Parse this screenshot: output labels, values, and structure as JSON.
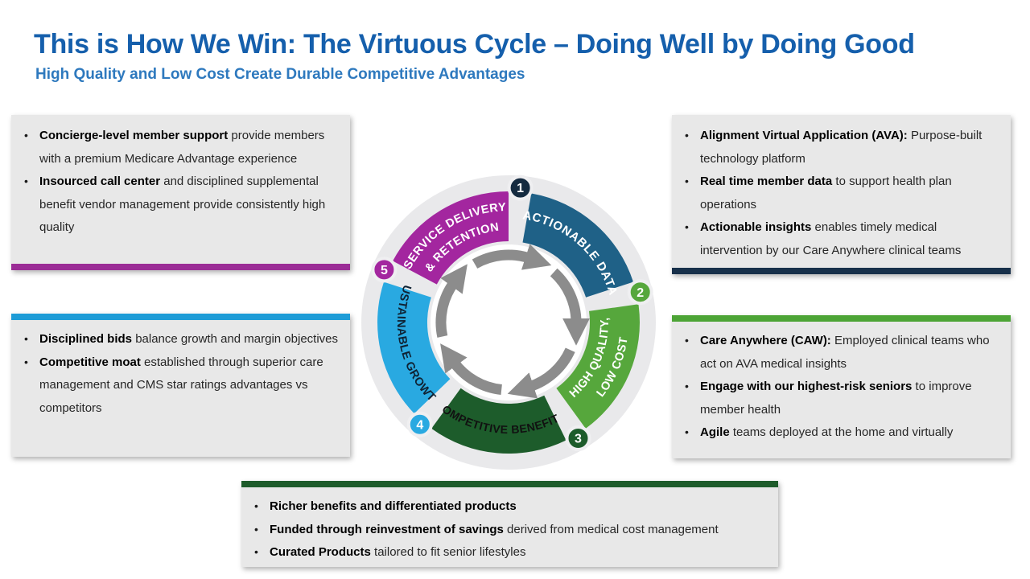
{
  "slide": {
    "title": "This is How We Win: The Virtuous Cycle – Doing Well by Doing Good",
    "subtitle": "High Quality and Low Cost Create Durable Competitive Advantages"
  },
  "colors": {
    "title_blue": "#155FAC",
    "subtitle_blue": "#2E79BE",
    "box_background": "#E8E8E8",
    "accent_purple": "#9B2C96",
    "accent_cyan_blue": "#1E9CD7",
    "accent_navy": "#17304A",
    "accent_green": "#4CA435",
    "accent_dark_green": "#1E5C2B",
    "arrow_gray": "#8C8C8C",
    "disc_gray": "#E9E9EB"
  },
  "boxes": {
    "top_left": {
      "bullets": [
        {
          "bold": "Concierge-level member support",
          "rest": " provide members with a premium Medicare Advantage experience"
        },
        {
          "bold": "Insourced call center",
          "rest": " and disciplined supplemental benefit vendor management provide consistently high quality"
        }
      ]
    },
    "mid_left": {
      "bullets": [
        {
          "bold": "Disciplined bids",
          "rest": " balance growth and margin objectives"
        },
        {
          "bold": "Competitive moat",
          "rest": " established through superior care management and CMS star ratings advantages vs competitors"
        }
      ]
    },
    "top_right": {
      "bullets": [
        {
          "bold": "Alignment Virtual Application (AVA):",
          "rest": " Purpose-built technology platform"
        },
        {
          "bold": "Real time member data",
          "rest": " to support health plan operations"
        },
        {
          "bold": "Actionable insights",
          "rest": " enables timely medical intervention by our Care Anywhere clinical teams"
        }
      ]
    },
    "mid_right": {
      "bullets": [
        {
          "bold": "Care Anywhere (CAW):",
          "rest": " Employed clinical teams who act on AVA medical insights"
        },
        {
          "bold": "Engage with our highest-risk seniors",
          "rest": " to improve member health"
        },
        {
          "bold": "Agile",
          "rest": " teams deployed at the home and virtually"
        }
      ]
    },
    "bottom": {
      "bullets": [
        {
          "bold": "Richer benefits and differentiated products",
          "rest": ""
        },
        {
          "bold": "Funded through reinvestment of savings",
          "rest": " derived from medical cost management"
        },
        {
          "bold": "Curated Products",
          "rest": " tailored to fit senior lifestyles"
        }
      ]
    }
  },
  "cycle": {
    "disc_color": "#E9E9EB",
    "arrow_color": "#8C8C8C",
    "segments": [
      {
        "number": "1",
        "label": "ACTIONABLE DATA",
        "line1": "ACTIONABLE DATA",
        "line2": "",
        "color": "#1F6187",
        "badge_color": "#152B40",
        "text_color": "#FFFFFF"
      },
      {
        "number": "2",
        "label": "HIGH QUALITY, LOW COST",
        "line1": "HIGH QUALITY,",
        "line2": "LOW COST",
        "color": "#56A73C",
        "badge_color": "#56A73C",
        "text_color": "#FFFFFF"
      },
      {
        "number": "3",
        "label": "COMPETITIVE BENEFITS",
        "line1": "COMPETITIVE BENEFITS",
        "line2": "",
        "color": "#1D5C2B",
        "badge_color": "#1D5C2B",
        "text_color": "#111111"
      },
      {
        "number": "4",
        "label": "SUSTAINABLE GROWTH",
        "line1": "SUSTAINABLE GROWTH",
        "line2": "",
        "color": "#29A9E1",
        "badge_color": "#29A9E1",
        "text_color": "#0F2233"
      },
      {
        "number": "5",
        "label": "SERVICE DELIVERY & RETENTION",
        "line1": "SERVICE DELIVERY",
        "line2": "& RETENTION",
        "color": "#A3269F",
        "badge_color": "#A3269F",
        "text_color": "#FFFFFF"
      }
    ]
  }
}
